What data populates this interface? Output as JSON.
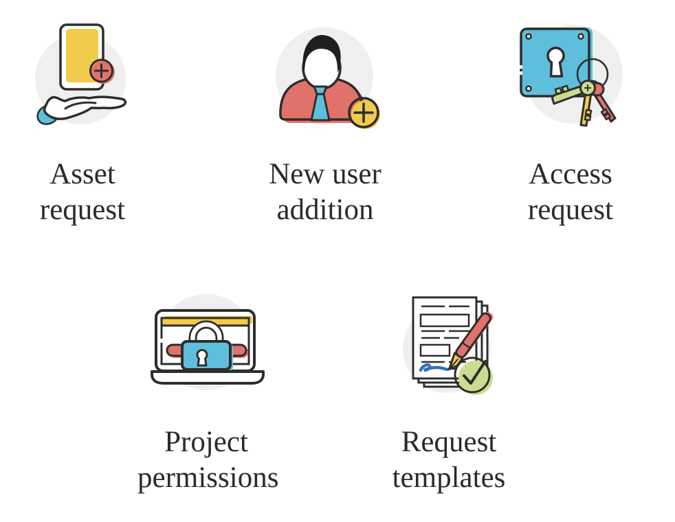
{
  "page": {
    "background": "#ffffff"
  },
  "palette": {
    "yellow": "#f1cb4c",
    "coral": "#e1726b",
    "blue": "#5fbedb",
    "green": "#cbdc8e",
    "signature_blue": "#3673b4",
    "circle_gray": "#efefef",
    "outline": "#2d2d2d",
    "hair_black": "#1f1f1f",
    "text": "#2b2b2b"
  },
  "tiles": [
    {
      "id": "asset-request",
      "label": "Asset request",
      "icon": "card-in-hand"
    },
    {
      "id": "new-user-addition",
      "label": "New user addition",
      "icon": "person-with-plus"
    },
    {
      "id": "access-request",
      "label": "Access request",
      "icon": "lock-with-keys"
    },
    {
      "id": "project-permissions",
      "label": "Project permissions",
      "icon": "laptop-with-padlock"
    },
    {
      "id": "request-templates",
      "label": "Request templates",
      "icon": "documents-pen-check"
    }
  ]
}
